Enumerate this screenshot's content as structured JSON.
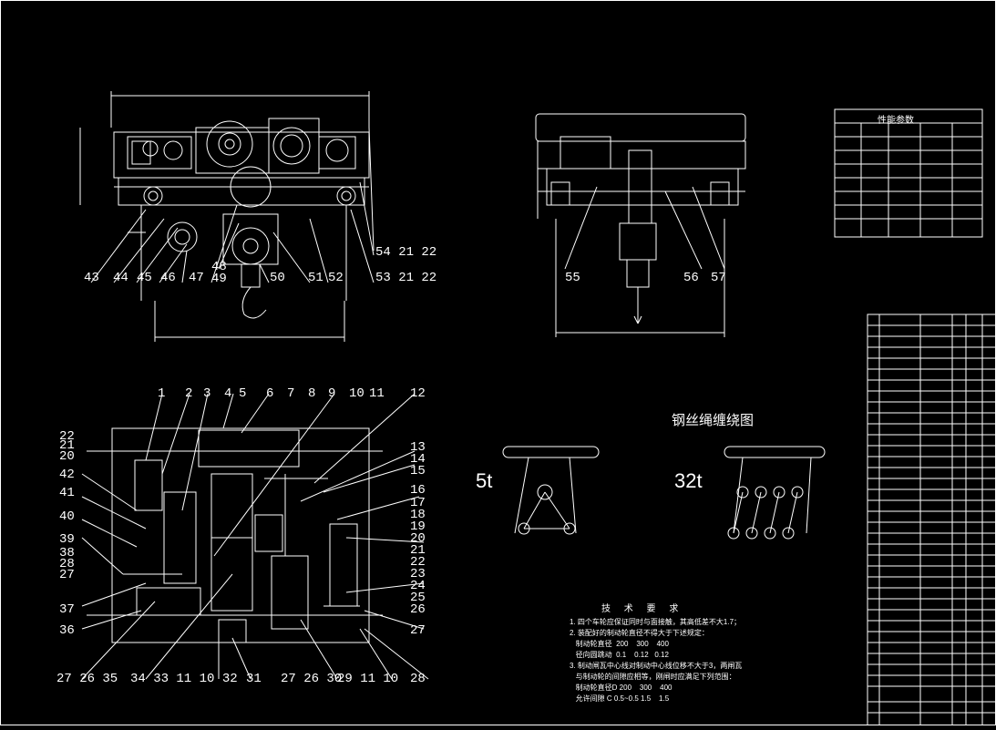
{
  "drawing": {
    "rope_title": "钢丝绳缠绕图",
    "rope_5t": "5t",
    "rope_32t": "32t",
    "tech_title": "技 术 要 求",
    "tech_lines": [
      "1. 四个车轮应保证同时与面接触，其高低差不大1.7；",
      "2. 装配好的制动轮直径不得大于下述规定：",
      "   制动轮直径  200    300    400",
      "   径向圆跳动  0.1    0.12   0.12",
      "3. 制动闸瓦中心线对制动中心线位移不大于3，两闸瓦",
      "   与制动轮的间隙应相等，刚闸时应满足下列范围：",
      "   制动轮直径D 200    300    400",
      "   允许间隙 C 0.5~0.5 1.5    1.5"
    ],
    "param_title": "性能参数",
    "front_labels": [
      "43",
      "44",
      "45",
      "46",
      "47",
      "48",
      "49",
      "50",
      "51",
      "52",
      "53 21 22",
      "54 21 22"
    ],
    "side_labels": [
      "55",
      "56",
      "57"
    ],
    "plan_top_labels": [
      "1",
      "2",
      "3",
      "4",
      "5",
      "6",
      "7",
      "8",
      "9",
      "10",
      "11",
      "12"
    ],
    "plan_right_labels": [
      "13",
      "14",
      "15",
      "16",
      "17",
      "18",
      "19",
      "20",
      "21",
      "22",
      "23",
      "24",
      "25",
      "26",
      "27"
    ],
    "plan_left_labels": [
      "22",
      "21",
      "20",
      "42",
      "41",
      "40",
      "39",
      "38",
      "28",
      "27",
      "37",
      "36"
    ],
    "plan_bottom_labels": [
      "27 26 35",
      "34 33 11 10 32",
      "31",
      "27 26 30",
      "29 11 10",
      "28"
    ]
  }
}
